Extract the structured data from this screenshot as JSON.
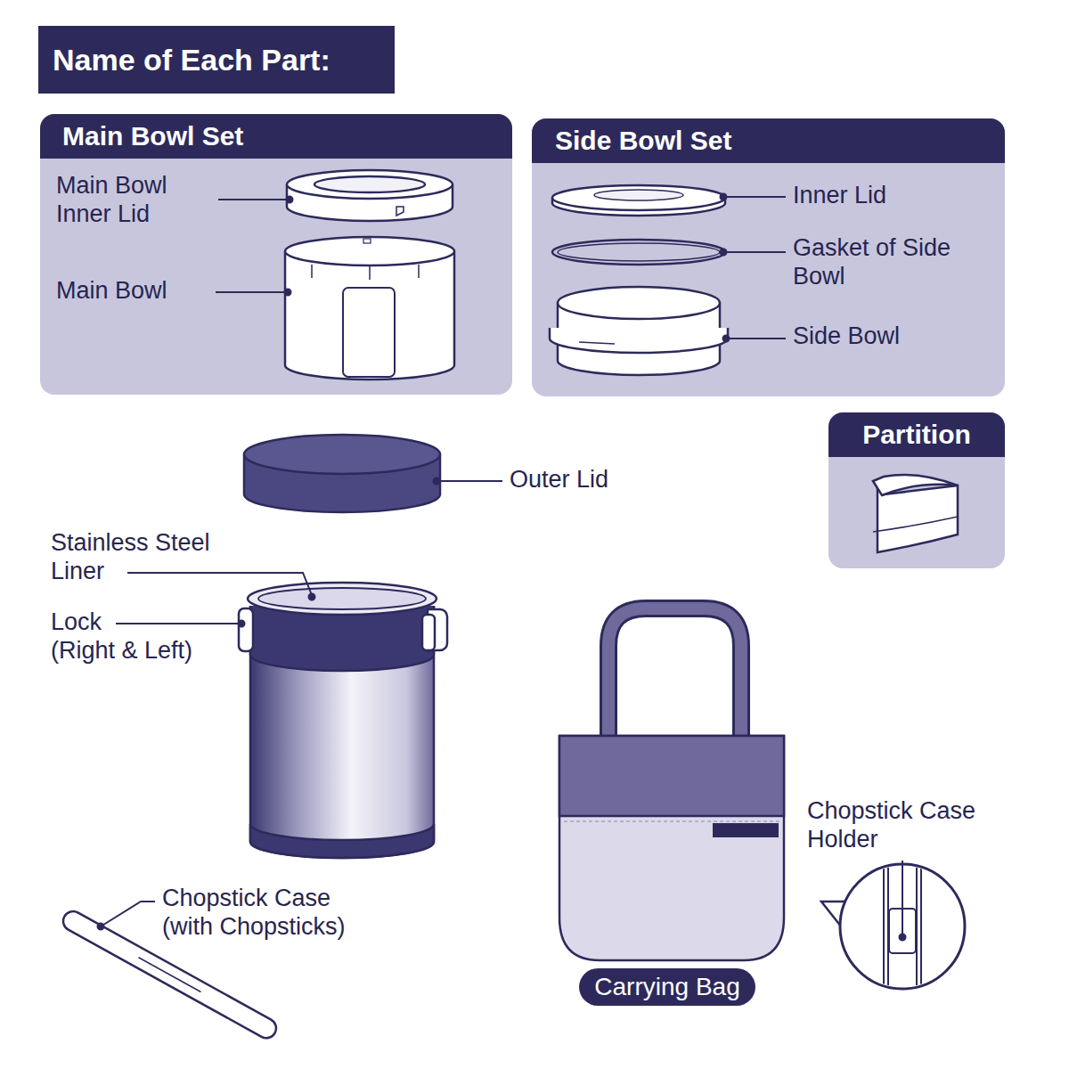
{
  "diagram": {
    "title": "Name of Each Part:",
    "nodes": [
      {
        "text": [
          "Main Bowl Set"
        ]
      },
      {
        "text": [
          "Side Bowl Set"
        ]
      },
      {
        "text": [
          "Partition"
        ]
      },
      {
        "text": [
          "Carrying Bag"
        ]
      }
    ],
    "labels": [
      "Main Bowl Inner Lid",
      "Main Bowl",
      "Inner Lid",
      "Gasket of Side Bowl",
      "Side Bowl",
      "Outer Lid",
      "Stainless Steel Liner",
      "Lock (Right & Left)",
      "Chopstick Case (with Chopsticks)",
      "Chopstick Case Holder"
    ]
  }
}
